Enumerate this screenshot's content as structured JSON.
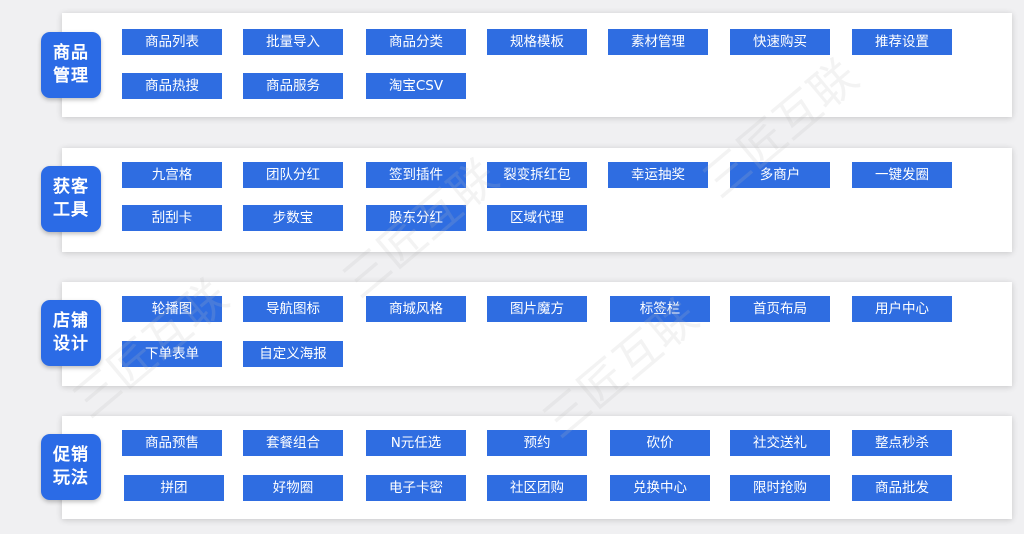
{
  "sections": [
    {
      "label_lines": [
        "商品",
        "管理"
      ],
      "items": [
        "商品列表",
        "批量导入",
        "商品分类",
        "规格模板",
        "素材管理",
        "快速购买",
        "推荐设置",
        "商品热搜",
        "商品服务",
        "淘宝CSV"
      ]
    },
    {
      "label_lines": [
        "获客",
        "工具"
      ],
      "items": [
        "九宫格",
        "团队分红",
        "签到插件",
        "裂变拆红包",
        "幸运抽奖",
        "多商户",
        "一键发圈",
        "刮刮卡",
        "步数宝",
        "股东分红",
        "区域代理"
      ]
    },
    {
      "label_lines": [
        "店铺",
        "设计"
      ],
      "items": [
        "轮播图",
        "导航图标",
        "商城风格",
        "图片魔方",
        "标签栏",
        "首页布局",
        "用户中心",
        "下单表单",
        "自定义海报"
      ]
    },
    {
      "label_lines": [
        "促销",
        "玩法"
      ],
      "items": [
        "商品预售",
        "套餐组合",
        "N元任选",
        "预约",
        "砍价",
        "社交送礼",
        "整点秒杀",
        "拼团",
        "好物圈",
        "电子卡密",
        "社区团购",
        "兑换中心",
        "限时抢购",
        "商品批发"
      ]
    }
  ],
  "watermark": {
    "text": "三匠互联"
  }
}
